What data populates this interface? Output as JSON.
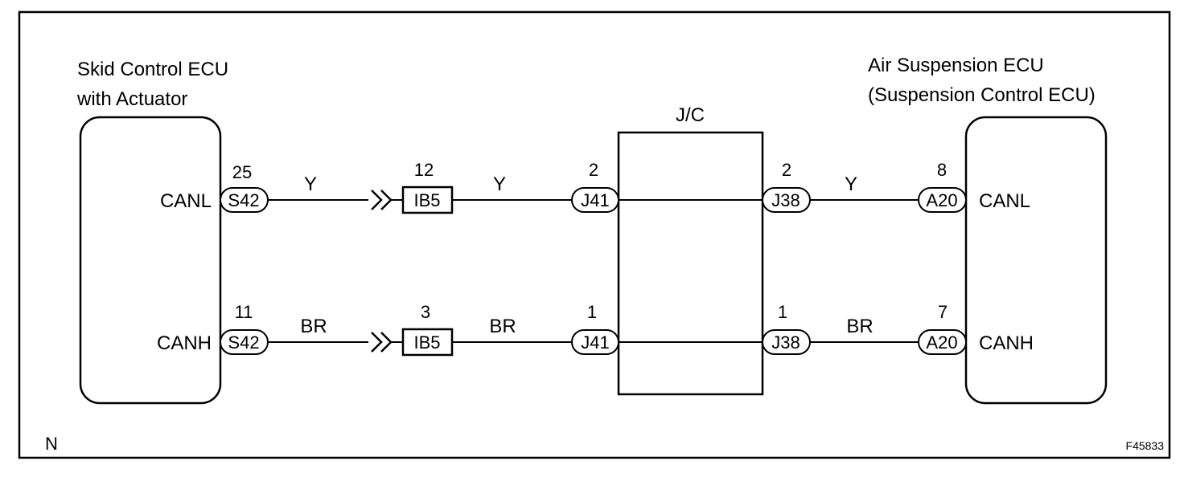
{
  "left_ecu": {
    "line1": "Skid Control ECU",
    "line2": "with Actuator"
  },
  "right_ecu": {
    "line1": "Air Suspension ECU",
    "line2": "(Suspension Control ECU)"
  },
  "junction": {
    "label": "J/C"
  },
  "rows": [
    {
      "signal": "CANL",
      "left_pin": "25",
      "left_connector": "S42",
      "wire_color": "Y",
      "ib_pin": "12",
      "ib_connector": "IB5",
      "jc_in_pin": "2",
      "jc_in_connector": "J41",
      "jc_out_pin": "2",
      "jc_out_connector": "J38",
      "right_pin": "8",
      "right_connector": "A20"
    },
    {
      "signal": "CANH",
      "left_pin": "11",
      "left_connector": "S42",
      "wire_color": "BR",
      "ib_pin": "3",
      "ib_connector": "IB5",
      "jc_in_pin": "1",
      "jc_in_connector": "J41",
      "jc_out_pin": "1",
      "jc_out_connector": "J38",
      "right_pin": "7",
      "right_connector": "A20"
    }
  ],
  "corner_left": "N",
  "figure_id": "F45833"
}
